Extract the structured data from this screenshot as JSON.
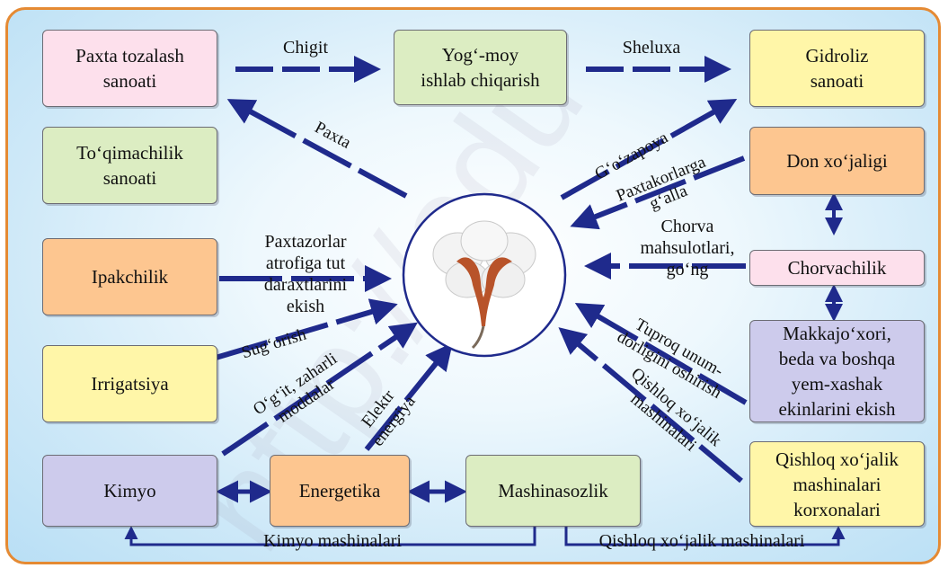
{
  "boxes": {
    "paxta_tozalash": "Paxta tozalash\nsanoati",
    "yog_moy": "Yog‘-moy\nishlab chiqarish",
    "gidroliz": "Gidroliz\nsanoati",
    "toqimachilik": "To‘qimachilik\nsanoati",
    "don": "Don xo‘jaligi",
    "ipakchilik": "Ipakchilik",
    "chorvachilik": "Chorvachilik",
    "irrigatsiya": "Irrigatsiya",
    "makkajoxori": "Makkajo‘xori,\nbeda va boshqa\nyem-xashak\nekinlarini ekish",
    "kimyo": "Kimyo",
    "energetika": "Energetika",
    "mashinasozlik": "Mashinasozlik",
    "qishloq_korxonalari": "Qishloq xo‘jalik\nmashinalari\nkorxonalari"
  },
  "labels": {
    "chigit": "Chigit",
    "sheluxa": "Sheluxa",
    "paxta": "Paxta",
    "gozapoya": "G‘o‘zapoya",
    "paxtakorlarga": "Paxtakorlarga\ng‘alla",
    "chorva": "Chorva\nmahsulotlari,\ngo‘ng",
    "paxtazorlar": "Paxtazorlar\natrofiga tut\ndaraxtlarini\nekish",
    "sugorish": "Sug‘orish",
    "ogit": "O‘g‘it, zaharli\nmoddalar",
    "elektr": "Elektr\nenergiya",
    "tuproq": "Tuproq unum-\ndorligini oshirish",
    "qishloq_mashinalari_diag": "Qishloq xo‘jalik\nmashinalari",
    "kimyo_mashinalari": "Kimyo mashinalari",
    "qishloq_mashinalari_bottom": "Qishloq xo‘jalik mashinalari"
  },
  "watermark": "http://edu",
  "colors": {
    "arrow": "#1f2a8c",
    "frame": "#e58a33"
  }
}
